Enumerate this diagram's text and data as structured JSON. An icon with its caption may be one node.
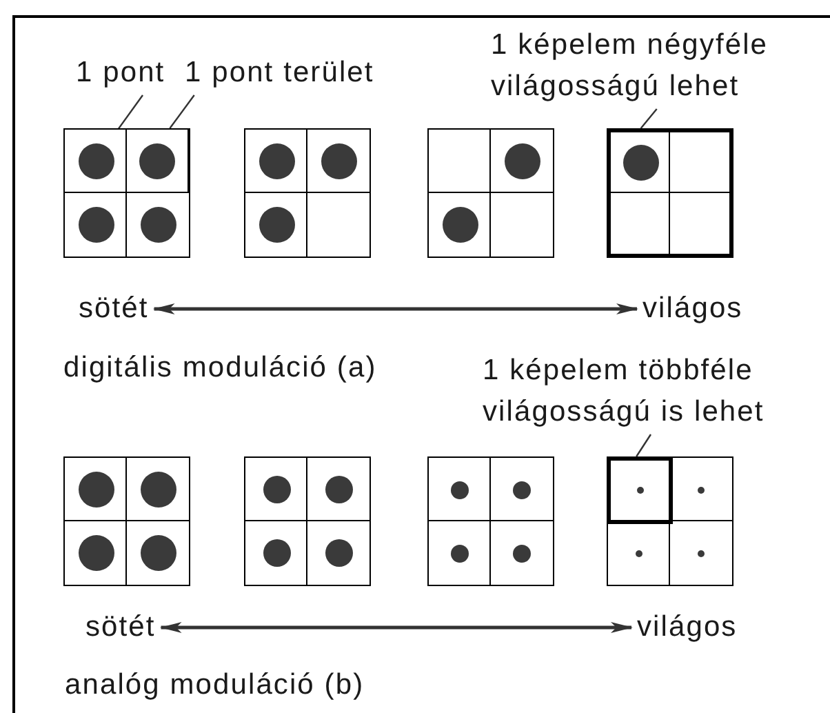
{
  "diagram": {
    "nodes": [
      {
        "text": [
          "1 pont"
        ]
      },
      {
        "text": [
          "1 pont terület"
        ]
      },
      {
        "text": [
          "1 képelem négyféle világosságú lehet"
        ]
      },
      {
        "text": [],
        "shape": "circle"
      },
      {
        "text": [],
        "shape": "box"
      },
      {
        "text": [],
        "shape": "circle",
        "in": 4
      },
      {
        "text": [],
        "shape": "circle"
      },
      {
        "text": [],
        "shape": "circle"
      },
      {
        "text": [],
        "shape": "circle"
      },
      {
        "text": [],
        "shape": "circle"
      },
      {
        "text": [],
        "shape": "circle"
      },
      {
        "text": [],
        "shape": "circle"
      },
      {
        "text": [],
        "shape": "circle"
      },
      {
        "text": [],
        "shape": "box"
      },
      {
        "text": [],
        "shape": "circle",
        "in": 13
      },
      {
        "text": [
          "sötét"
        ]
      },
      {
        "text": [
          "világos"
        ]
      },
      {
        "text": [
          "1 képelem többféle világosságú is lehet"
        ]
      },
      {
        "text": [],
        "shape": "circle"
      },
      {
        "text": [],
        "shape": "circle"
      },
      {
        "text": [],
        "shape": "circle"
      },
      {
        "text": [],
        "shape": "circle"
      },
      {
        "text": [],
        "shape": "circle"
      },
      {
        "text": [],
        "shape": "circle"
      },
      {
        "text": [],
        "shape": "circle"
      },
      {
        "text": [],
        "shape": "circle"
      },
      {
        "text": [],
        "shape": "circle"
      },
      {
        "text": [],
        "shape": "circle"
      },
      {
        "text": [],
        "shape": "circle"
      },
      {
        "text": [],
        "shape": "circle"
      },
      {
        "text": [],
        "shape": "box"
      },
      {
        "text": [],
        "shape": "circle",
        "in": 30
      },
      {
        "text": [],
        "shape": "circle"
      },
      {
        "text": [],
        "shape": "circle"
      },
      {
        "text": [],
        "shape": "circle"
      },
      {
        "text": [
          "sötét"
        ]
      },
      {
        "text": [
          "világos"
        ]
      }
    ],
    "edges": [
      {
        "from": 0,
        "to": 3,
        "arrow": "none"
      },
      {
        "from": 1,
        "to": 4,
        "arrow": "none"
      },
      {
        "from": 2,
        "to": 13,
        "arrow": "none"
      },
      {
        "from": 15,
        "to": 16,
        "arrow": "both"
      },
      {
        "from": 17,
        "to": 30,
        "arrow": "none"
      },
      {
        "from": 35,
        "to": 36,
        "arrow": "both"
      }
    ],
    "labels": [
      "digitális moduláció (a)",
      "analóg moduláció (b)"
    ]
  }
}
